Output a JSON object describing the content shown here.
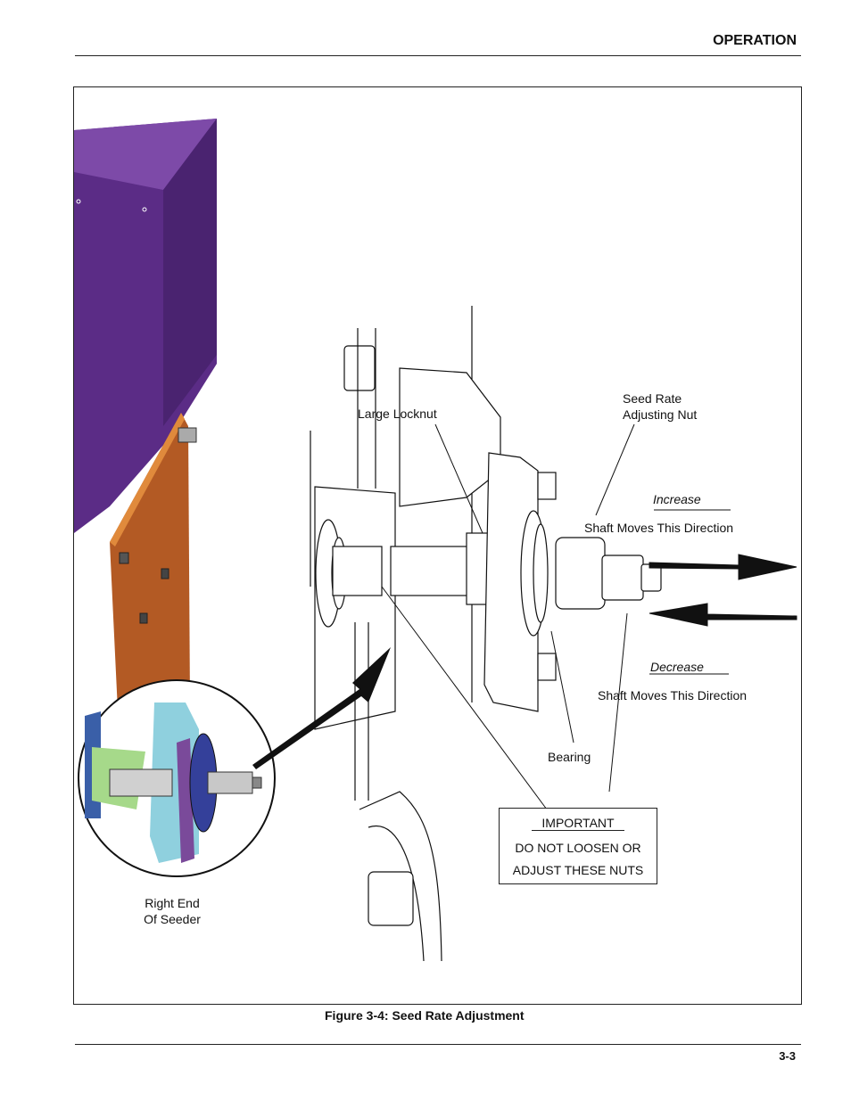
{
  "header": {
    "section": "OPERATION"
  },
  "footer": {
    "page_number": "3-3"
  },
  "figure": {
    "caption": "Figure 3-4:  Seed Rate Adjustment",
    "labels": {
      "large_locknut": "Large Locknut",
      "seed_rate_line1": "Seed Rate",
      "seed_rate_line2": "Adjusting Nut",
      "increase": "Increase",
      "shaft_moves_increase": "Shaft Moves This Direction",
      "decrease": "Decrease",
      "shaft_moves_decrease": "Shaft Moves This Direction",
      "bearing": "Bearing",
      "right_end_line1": "Right End",
      "right_end_line2": "Of Seeder"
    },
    "important_box": {
      "heading": "IMPORTANT",
      "line1": "DO NOT LOOSEN OR",
      "line2": "ADJUST THESE NUTS"
    },
    "colors": {
      "hopper_purple": "#5b2c86",
      "side_panel_orange": "#b35a24",
      "bracket_blue": "#8fd0de",
      "line_dark": "#111111"
    }
  }
}
